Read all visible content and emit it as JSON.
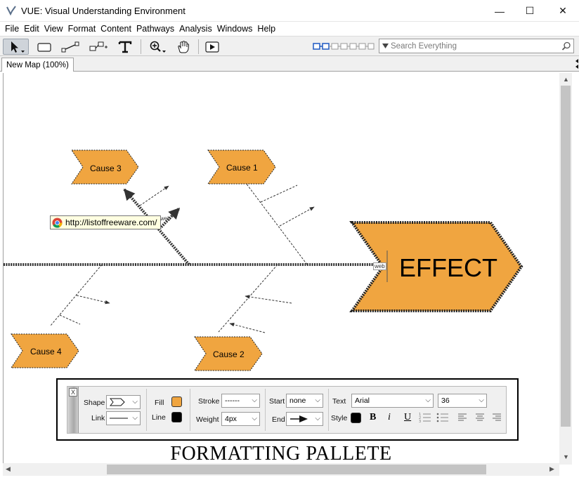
{
  "window": {
    "title": "VUE: Visual Understanding Environment",
    "controls": {
      "minimize": "—",
      "maximize": "☐",
      "close": "✕"
    }
  },
  "menu": [
    "File",
    "Edit",
    "View",
    "Format",
    "Content",
    "Pathways",
    "Analysis",
    "Windows",
    "Help"
  ],
  "toolbar": {
    "tools": [
      "selection-tool",
      "node-tool",
      "link-tool",
      "ontology-node-tool",
      "text-tool",
      "zoom-tool",
      "pan-tool",
      "presentation-tool"
    ],
    "search": {
      "placeholder": "Search Everything",
      "value": ""
    }
  },
  "tabs": [
    {
      "label": "New Map (100%)",
      "active": true
    }
  ],
  "map": {
    "fill_color": "#f0a540",
    "effect": {
      "label": "EFFECT"
    },
    "causes": [
      {
        "id": "cause-3",
        "label": "Cause 3"
      },
      {
        "id": "cause-1",
        "label": "Cause 1"
      },
      {
        "id": "cause-4",
        "label": "Cause 4"
      },
      {
        "id": "cause-2",
        "label": "Cause 2"
      }
    ],
    "tooltip": {
      "url": "http://listoffreeware.com/"
    },
    "web_tag": "web"
  },
  "palette": {
    "close_label": "X",
    "shape_label": "Shape",
    "link_label": "Link",
    "fill_label": "Fill",
    "fill_color": "#f0a540",
    "line_label": "Line",
    "line_color": "#000000",
    "stroke_label": "Stroke",
    "stroke_value": "------",
    "weight_label": "Weight",
    "weight_value": "4px",
    "start_label": "Start",
    "start_value": "none",
    "end_label": "End",
    "text_label": "Text",
    "font_value": "Arial",
    "size_value": "36",
    "style_label": "Style",
    "text_color": "#000000",
    "bold": "B",
    "italic": "i",
    "underline": "U"
  },
  "caption": "FORMATTING PALLETE"
}
